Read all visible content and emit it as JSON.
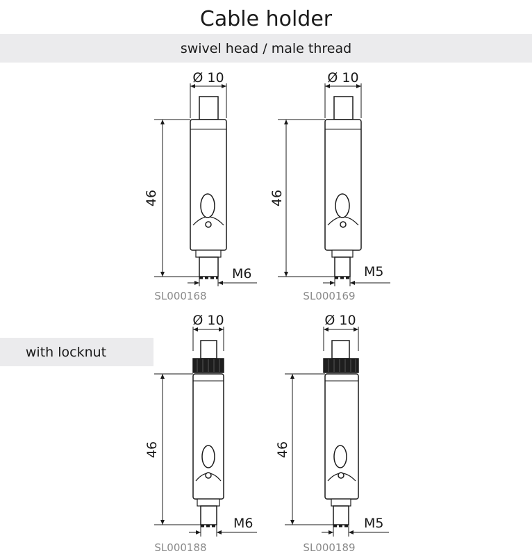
{
  "header": {
    "title": "Cable holder",
    "subtitle": "swivel head / male thread"
  },
  "sections": {
    "locknut_label": "with locknut"
  },
  "parts": [
    {
      "code": "SL000168",
      "diameter": "Ø 10",
      "length": "46",
      "thread": "M6"
    },
    {
      "code": "SL000169",
      "diameter": "Ø 10",
      "length": "46",
      "thread": "M5"
    },
    {
      "code": "SL000188",
      "diameter": "Ø 10",
      "length": "46",
      "thread": "M6"
    },
    {
      "code": "SL000189",
      "diameter": "Ø 10",
      "length": "46",
      "thread": "M5"
    }
  ]
}
